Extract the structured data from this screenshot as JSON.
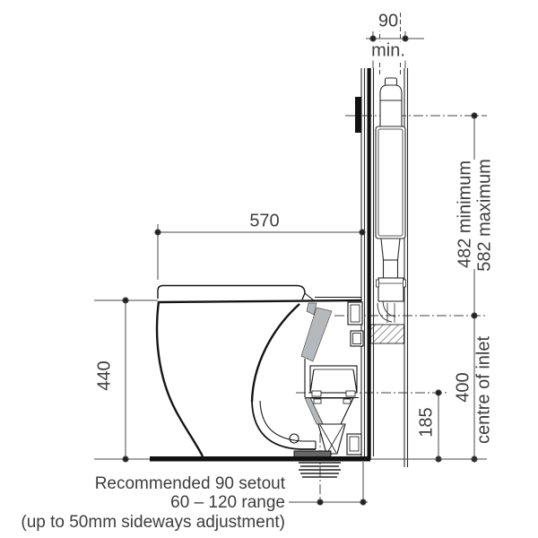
{
  "drawing": {
    "type": "toilet-suite installation cross-section",
    "dim_cavity": {
      "value": "90",
      "qualifier": "min."
    },
    "dim_pan_depth": "570",
    "dim_pan_height": "440",
    "dim_cistern_min": "482 minimum",
    "dim_cistern_max": "582 maximum",
    "dim_inlet_value": "400",
    "dim_inlet_caption": "centre of inlet",
    "dim_outlet_height": "185",
    "notes": {
      "line1": "Recommended 90 setout",
      "line2": "60 – 120 range",
      "line3": "(up to 50mm sideways adjustment)"
    },
    "colors": {
      "line": "#1a1a1a",
      "thin_line": "#3c3c3c",
      "dim_line": "#4a4a4a",
      "shade": "#b5b9bb",
      "dark_fill": "#666666",
      "background": "#ffffff"
    }
  }
}
